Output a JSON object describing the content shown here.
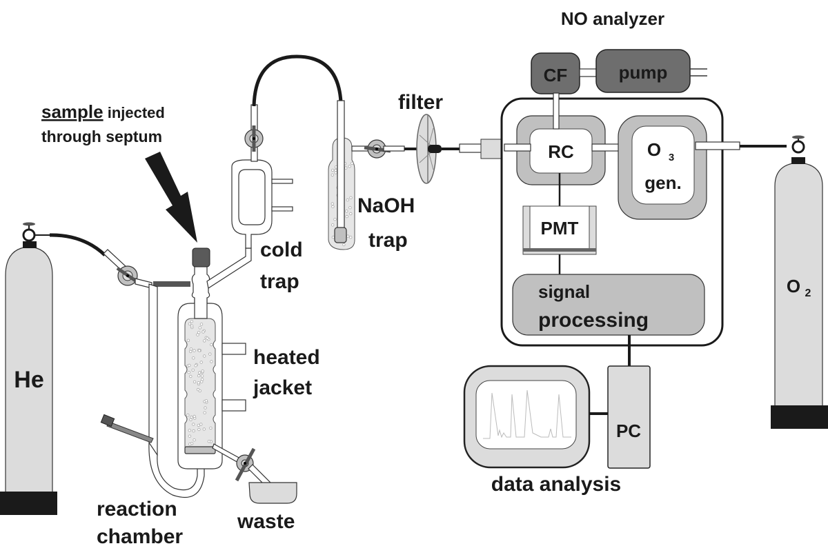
{
  "diagram": {
    "title": "NO analyzer",
    "labels": {
      "sample_underlined": "sample",
      "sample_rest_line1": " injected",
      "sample_line2": "through septum",
      "cold_trap_1": "cold",
      "cold_trap_2": "trap",
      "naoh_trap_1": "NaOH",
      "naoh_trap_2": "trap",
      "filter": "filter",
      "heated_jacket_1": "heated",
      "heated_jacket_2": "jacket",
      "reaction_chamber_1": "reaction",
      "reaction_chamber_2": "chamber",
      "waste": "waste",
      "he_cylinder": "He",
      "o2_cylinder_main": "O",
      "o2_cylinder_sub": "2",
      "cf": "CF",
      "pump": "pump",
      "rc": "RC",
      "o3_main": "O",
      "o3_sub": "3",
      "o3_gen": "gen.",
      "pmt": "PMT",
      "signal_1": "signal",
      "signal_2": "processing",
      "pc": "PC",
      "data_analysis": "data analysis"
    },
    "colors": {
      "ink": "#1a1a1a",
      "light_gray": "#dcdcdc",
      "mid_gray": "#c0c0c0",
      "dark_gray": "#6e6e6e"
    }
  }
}
